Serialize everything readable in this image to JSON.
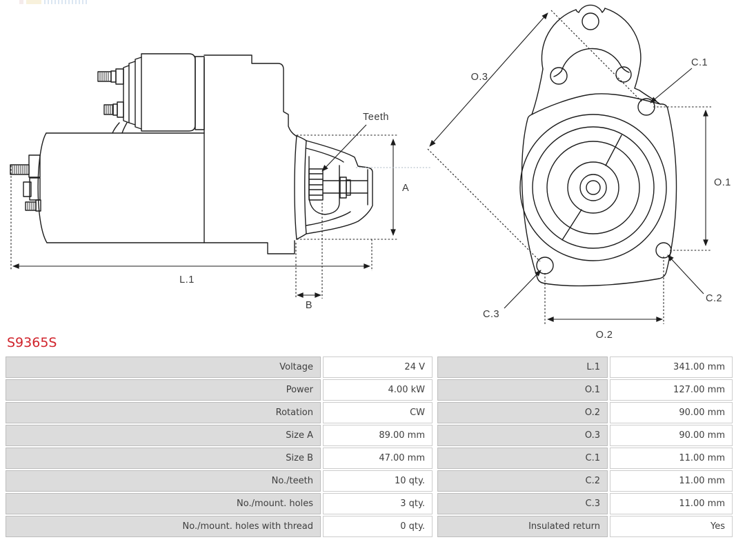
{
  "part_number": "S9365S",
  "colors": {
    "part_number_red": "#d0232b",
    "drawing_line": "#1c1c1c",
    "drawing_label_text": "#3a3a3a",
    "table_label_bg": "#dcdcdc",
    "table_text": "#3e3e3e",
    "reference_line": "#a9b6c2"
  },
  "side_view": {
    "teeth_label": "Teeth",
    "dim_a": "A",
    "dim_l1": "L.1",
    "dim_b": "B"
  },
  "front_view": {
    "dim_o3": "O.3",
    "dim_c1": "C.1",
    "dim_o1": "O.1",
    "dim_c3": "C.3",
    "dim_c2": "C.2",
    "dim_o2": "O.2"
  },
  "spec_table": {
    "rows": [
      {
        "label_left": "Voltage",
        "value_left": "24 V",
        "label_right": "L.1",
        "value_right": "341.00 mm"
      },
      {
        "label_left": "Power",
        "value_left": "4.00 kW",
        "label_right": "O.1",
        "value_right": "127.00 mm"
      },
      {
        "label_left": "Rotation",
        "value_left": "CW",
        "label_right": "O.2",
        "value_right": "90.00 mm"
      },
      {
        "label_left": "Size A",
        "value_left": "89.00 mm",
        "label_right": "O.3",
        "value_right": "90.00 mm"
      },
      {
        "label_left": "Size B",
        "value_left": "47.00 mm",
        "label_right": "C.1",
        "value_right": "11.00 mm"
      },
      {
        "label_left": "No./teeth",
        "value_left": "10 qty.",
        "label_right": "C.2",
        "value_right": "11.00 mm"
      },
      {
        "label_left": "No./mount. holes",
        "value_left": "3 qty.",
        "label_right": "C.3",
        "value_right": "11.00 mm"
      },
      {
        "label_left": "No./mount. holes with thread",
        "value_left": "0 qty.",
        "label_right": "Insulated return",
        "value_right": "Yes"
      }
    ]
  }
}
